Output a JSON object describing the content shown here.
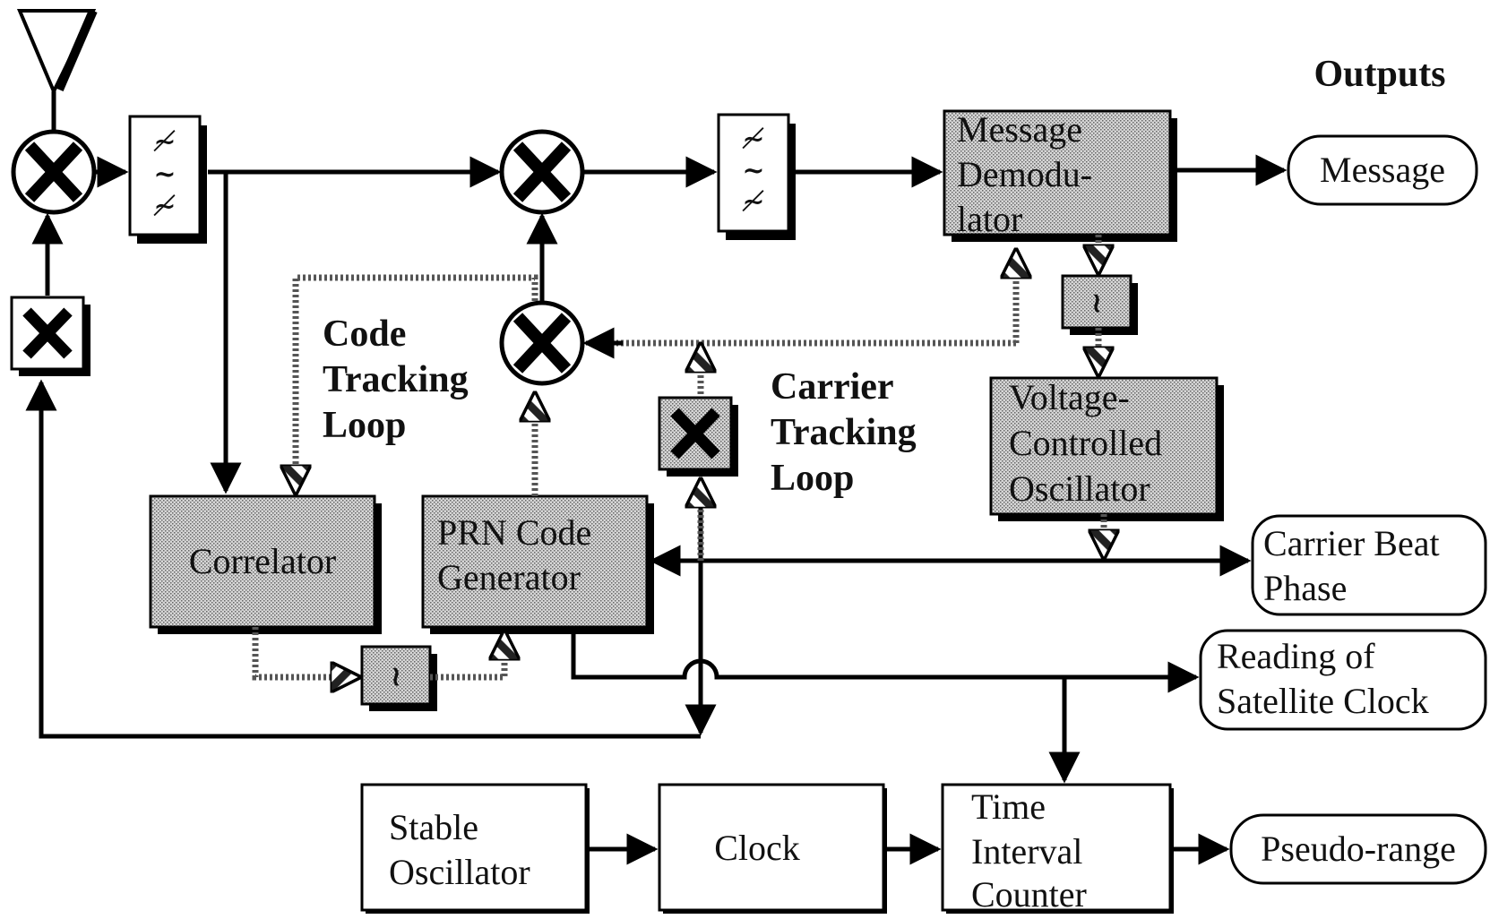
{
  "labels": {
    "outputs": "Outputs",
    "code_loop": [
      "Code",
      "Tracking",
      "Loop"
    ],
    "carrier_loop": [
      "Carrier",
      "Tracking",
      "Loop"
    ]
  },
  "blocks": {
    "message_demodulator": [
      "Message",
      "Demodu-",
      "lator"
    ],
    "vco": [
      "Voltage-",
      "Controlled",
      "Oscillator"
    ],
    "correlator": [
      "Correlator"
    ],
    "prn_generator": [
      "PRN Code",
      "Generator"
    ],
    "stable_oscillator": [
      "Stable",
      "Oscillator"
    ],
    "clock": [
      "Clock"
    ],
    "time_interval_counter": [
      "Time",
      "Interval",
      "Counter"
    ]
  },
  "outputs": {
    "message": [
      "Message"
    ],
    "carrier_beat_phase": [
      "Carrier Beat",
      "Phase"
    ],
    "satellite_clock": [
      "Reading of",
      "Satellite Clock"
    ],
    "pseudo_range": [
      "Pseudo-range"
    ]
  },
  "colors": {
    "shaded_fill": "#c8c8c8",
    "shadow": "#000000",
    "line": "#000000",
    "dotted_line": "#555555"
  }
}
